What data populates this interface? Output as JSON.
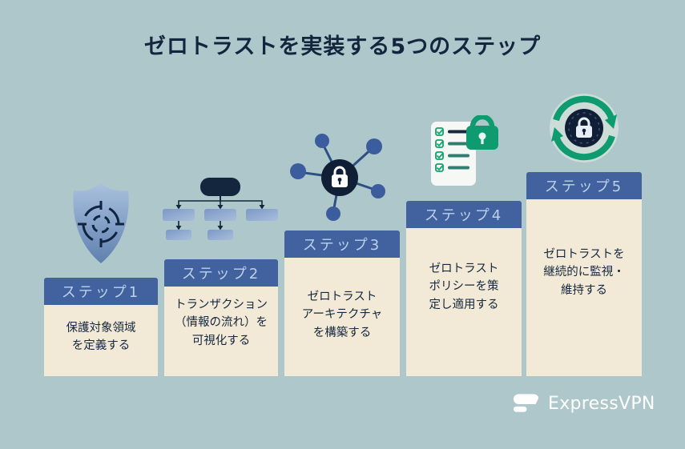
{
  "title": "ゼロトラストを実装する5つのステップ",
  "steps": [
    {
      "label": "ステップ1",
      "description": "保護対象領域\nを定義する",
      "icon": "shield-target-icon"
    },
    {
      "label": "ステップ2",
      "description": "トランザクション\n（情報の流れ）を\n可視化する",
      "icon": "flowchart-icon"
    },
    {
      "label": "ステップ3",
      "description": "ゼロトラスト\nアーキテクチャ\nを構築する",
      "icon": "network-lock-icon"
    },
    {
      "label": "ステップ4",
      "description": "ゼロトラスト\nポリシーを策\n定し適用する",
      "icon": "checklist-lock-icon"
    },
    {
      "label": "ステップ5",
      "description": "ゼロトラストを\n継続的に監視・\n維持する",
      "icon": "cycle-lock-icon"
    }
  ],
  "brand": {
    "name": "ExpressVPN"
  },
  "colors": {
    "background": "#adc7cb",
    "title_text": "#13263d",
    "header_bar": "#41619f",
    "header_text": "#bcd2ea",
    "body_bg": "#f2e9d6",
    "body_text": "#15283f",
    "icon_navy": "#101f35",
    "icon_blue": "#3c5d9d",
    "accent_green": "#0d9b6f",
    "logo_white": "#ffffff"
  }
}
